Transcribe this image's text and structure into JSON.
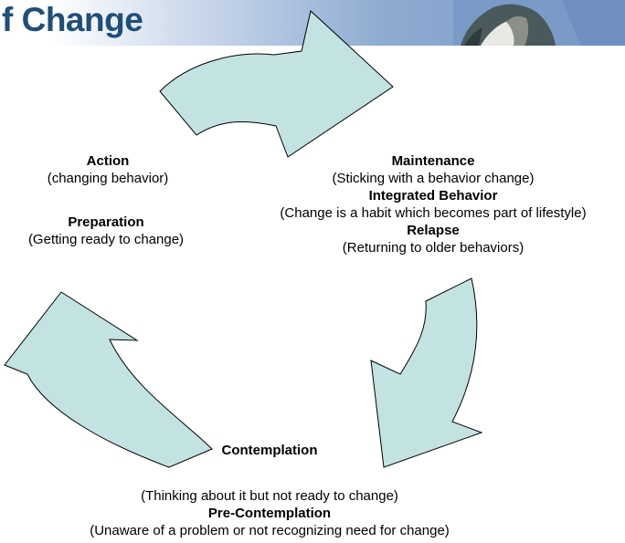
{
  "header": {
    "title": "f Change"
  },
  "colors": {
    "arrow_fill": "#c2e3e2",
    "arrow_stroke": "#000000",
    "title_color": "#1f4e79",
    "banner_end": "#7a9bc8"
  },
  "stages": {
    "action": {
      "name": "Action",
      "desc": "(changing behavior)"
    },
    "preparation": {
      "name": "Preparation",
      "desc": "(Getting ready to change)"
    },
    "maintenance": {
      "name": "Maintenance",
      "desc": "(Sticking with a behavior change)"
    },
    "integrated": {
      "name": "Integrated Behavior",
      "desc": "(Change is a habit which becomes part of lifestyle)"
    },
    "relapse": {
      "name": "Relapse",
      "desc": "(Returning to older behaviors)"
    },
    "contemplation": {
      "name": "Contemplation",
      "desc": "(Thinking about it but not ready to change)"
    },
    "precontemplation": {
      "name": "Pre-Contemplation",
      "desc": "(Unaware of a problem or not recognizing need for change)"
    }
  }
}
